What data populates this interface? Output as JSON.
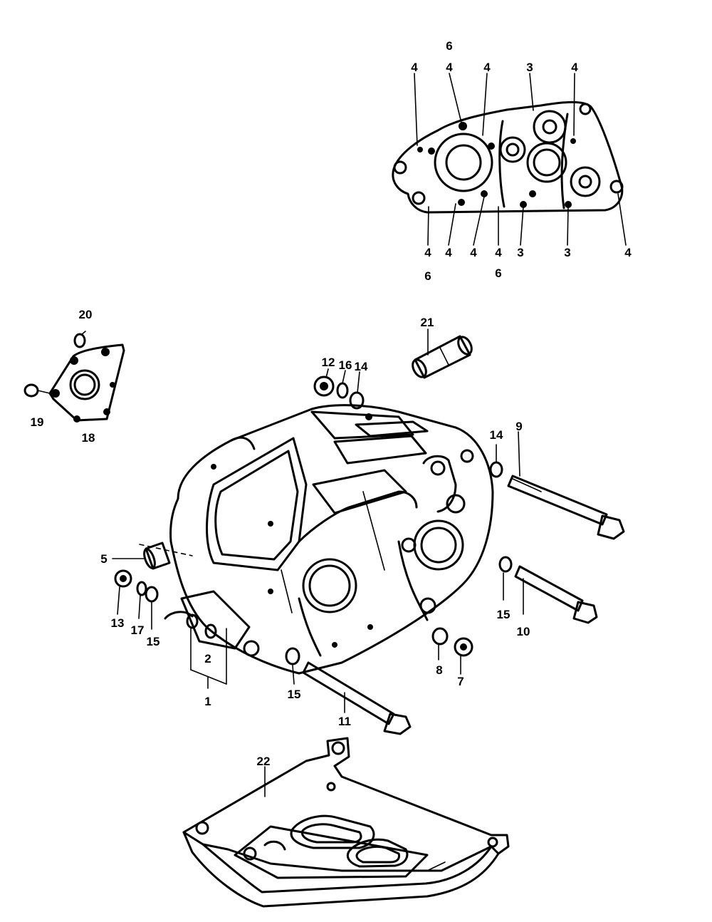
{
  "diagram": {
    "callouts": {
      "upper_top": [
        "6",
        "4",
        "4",
        "4",
        "3",
        "4"
      ],
      "upper_bottom": [
        "4",
        "6",
        "4",
        "4",
        "4",
        "6",
        "3",
        "3",
        "4"
      ],
      "part_1": "1",
      "part_2": "2",
      "part_3": "3",
      "part_5": "5",
      "part_7": "7",
      "part_8": "8",
      "part_9": "9",
      "part_10": "10",
      "part_11": "11",
      "part_12": "12",
      "part_13": "13",
      "part_14a": "14",
      "part_14b": "14",
      "part_15a": "15",
      "part_15b": "15",
      "part_15c": "15",
      "part_16": "16",
      "part_17": "17",
      "part_18": "18",
      "part_19": "19",
      "part_20": "20",
      "part_21": "21",
      "part_22": "22"
    }
  }
}
